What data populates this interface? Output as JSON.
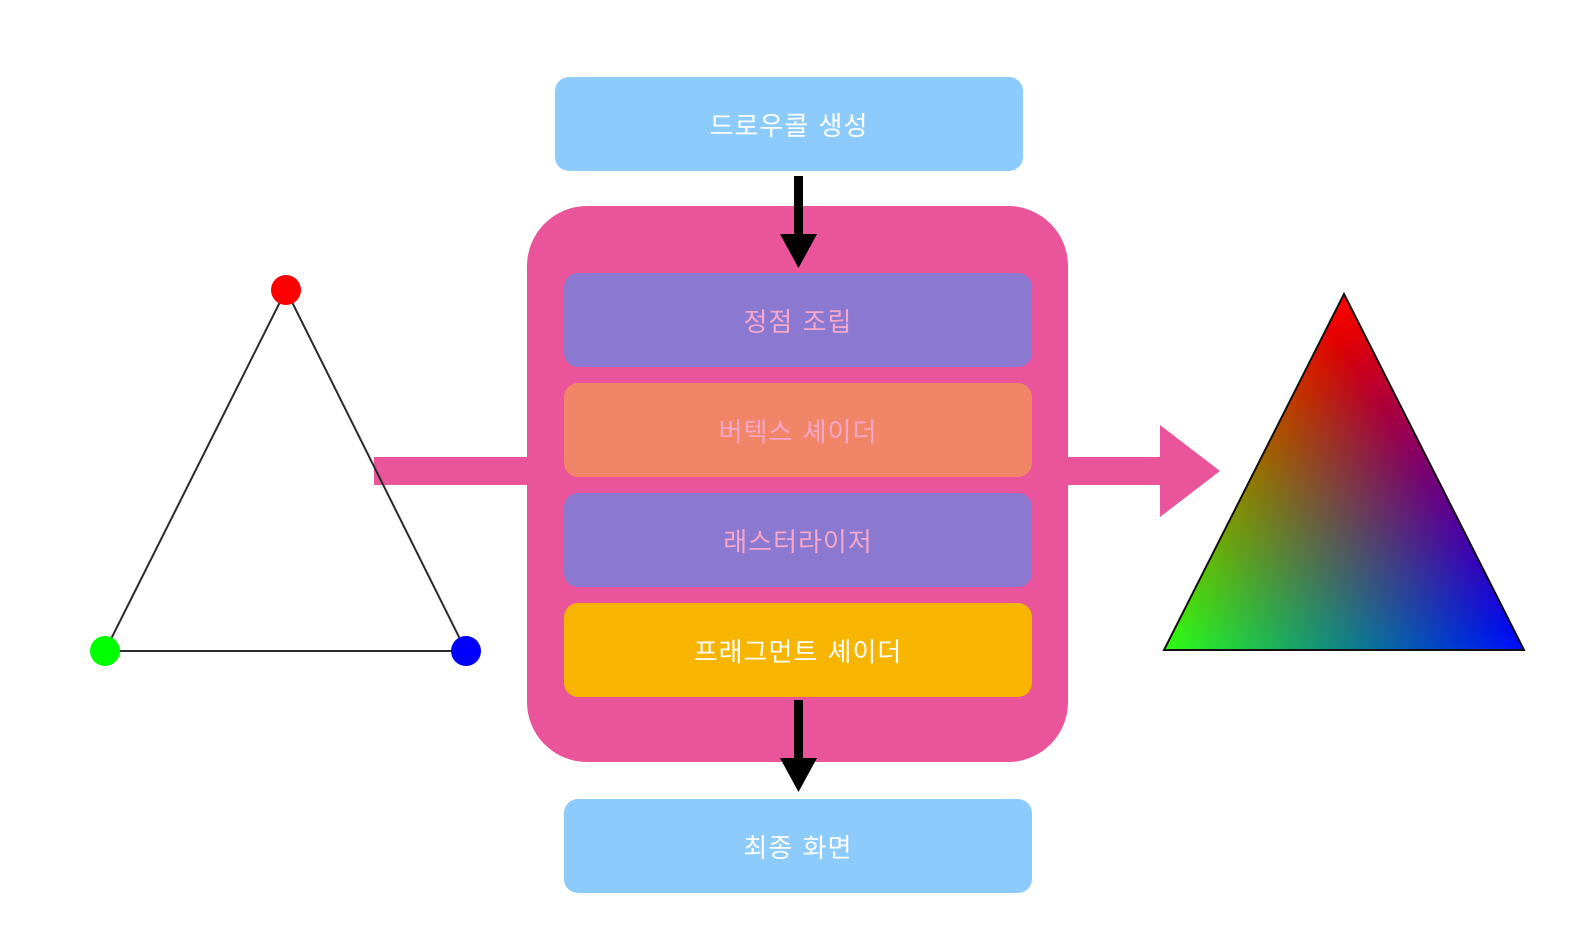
{
  "colors": {
    "pipeline_bg": "#e9549a",
    "screen_box": "#8ecbfd",
    "screen_text": "#ffffff",
    "arrow": "#000000",
    "flow_arrow": "#e9549a",
    "vertex_red": "#ff0000",
    "vertex_green": "#00ff00",
    "vertex_blue": "#0000ff",
    "outline": "#2a2a2a"
  },
  "icons": {
    "input_triangle": "wireframe-triangle-icon",
    "output_triangle": "rgb-gradient-triangle-icon"
  },
  "draw_call": {
    "label": "드로우콜 생성"
  },
  "stages": [
    {
      "label": "정점 조립",
      "bg": "#8b78d0",
      "fg": "#f6a6c9"
    },
    {
      "label": "버텍스 셰이더",
      "bg": "#f18567",
      "fg": "#f6a6c9"
    },
    {
      "label": "래스터라이저",
      "bg": "#8b78d0",
      "fg": "#f6a6c9"
    },
    {
      "label": "프래그먼트 셰이더",
      "bg": "#f7b500",
      "fg": "#ffffff"
    }
  ],
  "final_screen": {
    "label": "최종 화면"
  }
}
